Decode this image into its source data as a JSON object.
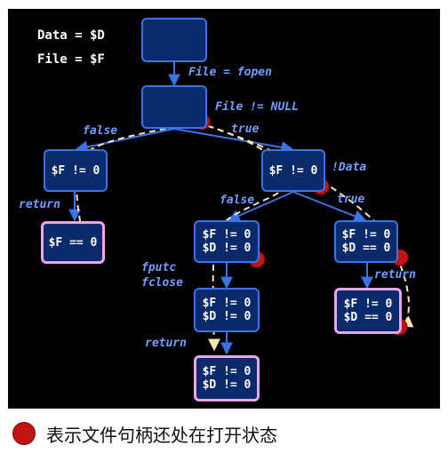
{
  "vars": {
    "data": "Data = $D",
    "file": "File = $F"
  },
  "edges": {
    "fopen": "File = fopen",
    "not_null": "File != NULL",
    "false1": "false",
    "true1": "true",
    "data_not": "!Data",
    "false2": "false",
    "true2": "true",
    "return1": "return",
    "fputc": "fputc",
    "fclose": "fclose",
    "return2": "return",
    "return3": "return"
  },
  "nodes": {
    "n3": [
      "$F != 0"
    ],
    "n4": [
      "$F == 0"
    ],
    "n5": [
      "$F != 0"
    ],
    "n6": [
      "$F != 0",
      "$D != 0"
    ],
    "n7": [
      "$F != 0",
      "$D == 0"
    ],
    "n8": [
      "$F != 0",
      "$D != 0"
    ],
    "n9": [
      "$F != 0",
      "$D == 0"
    ],
    "n10": [
      "$F != 0",
      "$D != 0"
    ]
  },
  "legend": {
    "text": "表示文件句柄还处在打开状态"
  },
  "colors": {
    "background": "#000000",
    "node_fill": "#0b2a6b",
    "node_border": "#3a73e6",
    "terminal_border": "#e7a6ea",
    "edge": "#3a73e6",
    "label": "#6f9eff",
    "trace": "#f5e7b3",
    "marker": "#c11313"
  }
}
